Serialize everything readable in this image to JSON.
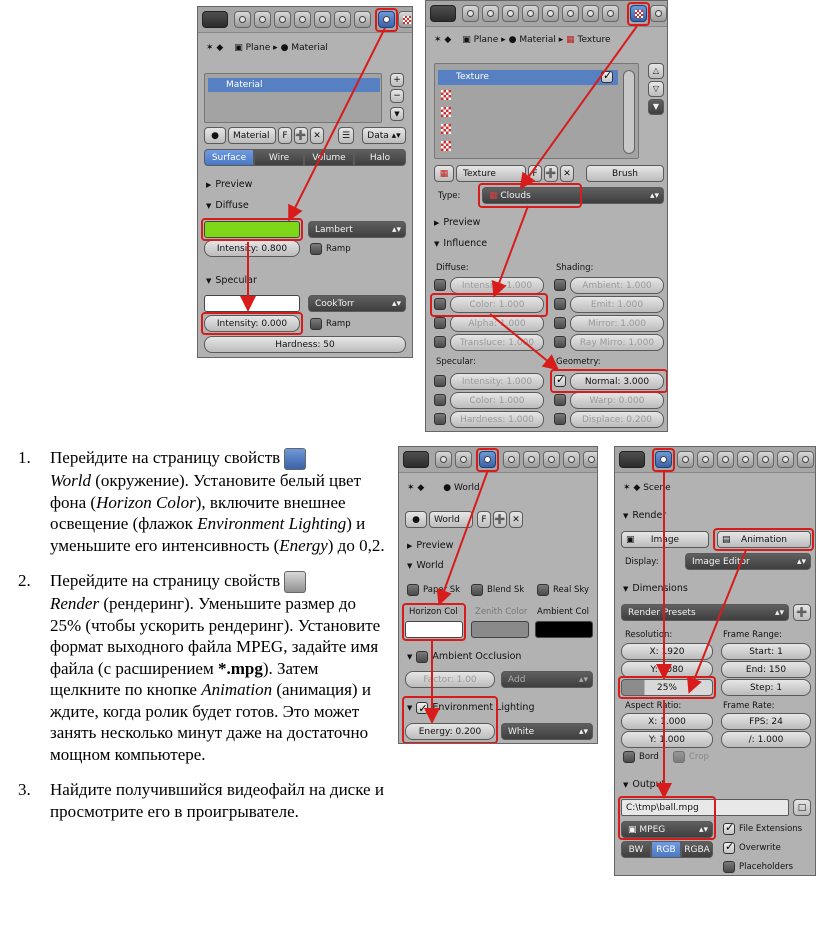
{
  "colors": {
    "panel": "#b2b2b2",
    "highlight": "#d81c1c",
    "accent": "#5680c2",
    "diffuse_green": "#7fd817"
  },
  "panel1": {
    "crumb_plane": "Plane",
    "crumb_material": "Material",
    "list_item": "Material",
    "name_field": "Material",
    "f_button": "F",
    "data_button": "Data",
    "tabs": [
      "Surface",
      "Wire",
      "Volume",
      "Halo"
    ],
    "preview": "Preview",
    "diffuse": "Diffuse",
    "diffuse_shader": "Lambert",
    "diffuse_intensity": "Intensity: 0.800",
    "ramp": "Ramp",
    "specular": "Specular",
    "specular_shader": "CookTorr",
    "specular_intensity": "Intensity: 0.000",
    "ramp2": "Ramp",
    "hardness": "Hardness: 50"
  },
  "panel2": {
    "crumb_plane": "Plane",
    "crumb_material": "Material",
    "crumb_texture": "Texture",
    "list_item": "Texture",
    "name_field": "Texture",
    "f_button": "F",
    "brush_button": "Brush",
    "type_label": "Type:",
    "type_value": "Clouds",
    "preview": "Preview",
    "influence": "Influence",
    "diffuse_label": "Diffuse:",
    "shading_label": "Shading:",
    "diffuse_fields": [
      "Intensity: 1.000",
      "Color: 1.000",
      "Alpha: 1.000",
      "Transluce: 1.000"
    ],
    "shading_fields": [
      "Ambient: 1.000",
      "Emit: 1.000",
      "Mirror: 1.000",
      "Ray Mirro: 1.000"
    ],
    "specular_label": "Specular:",
    "geometry_label": "Geometry:",
    "specular_fields": [
      "Intensity: 1.000",
      "Color: 1.000",
      "Hardness: 1.000"
    ],
    "geometry_fields": [
      "Normal: 3.000",
      "Warp: 0.000",
      "Displace: 0.200"
    ]
  },
  "panel3": {
    "crumb_world": "World",
    "name_field": "World",
    "f_button": "F",
    "preview": "Preview",
    "world": "World",
    "paper_sky": "Paper Sk",
    "blend_sky": "Blend Sk",
    "real_sky": "Real Sky",
    "horizon": "Horizon Col",
    "zenith": "Zenith Color",
    "ambient": "Ambient Col",
    "ambient_occlusion": "Ambient Occlusion",
    "factor": "Factor: 1.00",
    "add": "Add",
    "environment_lighting": "Environment Lighting",
    "energy": "Energy: 0.200",
    "white": "White"
  },
  "panel4": {
    "crumb_scene": "Scene",
    "render": "Render",
    "image_button": "Image",
    "animation_button": "Animation",
    "display_label": "Display:",
    "display_value": "Image Editor",
    "dimensions": "Dimensions",
    "render_presets": "Render Presets",
    "resolution": "Resolution:",
    "frame_range": "Frame Range:",
    "res_x": "X: 1920",
    "res_y": "Y: 1080",
    "res_pct": "25%",
    "start": "Start: 1",
    "end": "End: 150",
    "step": "Step: 1",
    "aspect_ratio": "Aspect Ratio:",
    "frame_rate": "Frame Rate:",
    "asp_x": "X: 1.000",
    "asp_y": "Y: 1.000",
    "fps": "FPS: 24",
    "fps_base": "/: 1.000",
    "bord": "Bord",
    "crop": "Crop",
    "output": "Output",
    "path": "C:\\tmp\\ball.mpg",
    "format": "MPEG",
    "file_extensions": "File Extensions",
    "bw": "BW",
    "rgb": "RGB",
    "rgba": "RGBA",
    "overwrite": "Overwrite",
    "placeholders": "Placeholders"
  },
  "steps": [
    {
      "num": "1.",
      "a": "Перейдите на страницу свойств",
      "b": "World",
      "c": " (окружение). Установите белый цвет фона (",
      "d": "Horizon Color",
      "e": "), включите внешнее освещение (флажок ",
      "f": "Environment Lighting",
      "g": ") и уменьшите его интенсивность (",
      "h": "Energy",
      "i": ") до 0,2."
    },
    {
      "num": "2.",
      "a": "Перейдите на страницу свойств",
      "b": "Render",
      "c": " (рендеринг).  Уменьшите размер до 25% (чтобы ускорить рендеринг). Установите формат выходного файла MPEG, задайте имя файла (с расширением ",
      "d": "*.mpg",
      "e": "). Затем щелкните по кнопке ",
      "f": "Animation",
      "g": " (анимация) и ждите, когда ролик будет готов. Это может занять несколько минут даже на достаточно мощном компьютере."
    },
    {
      "num": "3.",
      "a": "Найдите получившийся видеофайл на диске и просмотрите его в проигрывателе."
    }
  ]
}
